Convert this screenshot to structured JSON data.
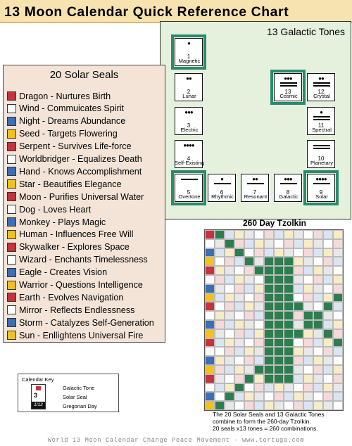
{
  "title": "13 Moon Calendar Quick Reference Chart",
  "tones_panel": {
    "title": "13 Galactic Tones",
    "tones": [
      {
        "num": "1",
        "name": "Magnetic",
        "dots": 1,
        "bars": 0
      },
      {
        "num": "2",
        "name": "Lunar",
        "dots": 2,
        "bars": 0
      },
      {
        "num": "3",
        "name": "Electric",
        "dots": 3,
        "bars": 0
      },
      {
        "num": "4",
        "name": "Self-Existing",
        "dots": 4,
        "bars": 0
      },
      {
        "num": "5",
        "name": "Overtone",
        "dots": 0,
        "bars": 1
      },
      {
        "num": "6",
        "name": "Rhythmic",
        "dots": 1,
        "bars": 1
      },
      {
        "num": "7",
        "name": "Resonant",
        "dots": 2,
        "bars": 1
      },
      {
        "num": "8",
        "name": "Galactic",
        "dots": 3,
        "bars": 1
      },
      {
        "num": "9",
        "name": "Solar",
        "dots": 4,
        "bars": 1
      },
      {
        "num": "10",
        "name": "Planetary",
        "dots": 0,
        "bars": 2
      },
      {
        "num": "11",
        "name": "Spectral",
        "dots": 1,
        "bars": 2
      },
      {
        "num": "12",
        "name": "Crystal",
        "dots": 2,
        "bars": 2
      },
      {
        "num": "13",
        "name": "Cosmic",
        "dots": 3,
        "bars": 2
      }
    ]
  },
  "seals_panel": {
    "title": "20 Solar Seals",
    "seals": [
      {
        "label": "Dragon - Nurtures Birth",
        "color": "#c8313e"
      },
      {
        "label": "Wind - Commuicates Spirit",
        "color": "#ffffff"
      },
      {
        "label": "Night - Dreams Abundance",
        "color": "#3b6fb6"
      },
      {
        "label": "Seed - Targets Flowering",
        "color": "#f2c21b"
      },
      {
        "label": "Serpent - Survives Life-force",
        "color": "#c8313e"
      },
      {
        "label": "Worldbridger - Equalizes Death",
        "color": "#ffffff"
      },
      {
        "label": "Hand - Knows Accomplishment",
        "color": "#3b6fb6"
      },
      {
        "label": "Star - Beautifies Elegance",
        "color": "#f2c21b"
      },
      {
        "label": "Moon - Purifies Universal Water",
        "color": "#c8313e"
      },
      {
        "label": "Dog - Loves Heart",
        "color": "#ffffff"
      },
      {
        "label": "Monkey - Plays Magic",
        "color": "#3b6fb6"
      },
      {
        "label": "Human - Influences Free Will",
        "color": "#f2c21b"
      },
      {
        "label": "Skywalker - Explores Space",
        "color": "#c8313e"
      },
      {
        "label": "Wizard - Enchants Timelessness",
        "color": "#ffffff"
      },
      {
        "label": "Eagle - Creates Vision",
        "color": "#3b6fb6"
      },
      {
        "label": "Warrior - Questions Intelligence",
        "color": "#f2c21b"
      },
      {
        "label": "Earth - Evolves Navigation",
        "color": "#c8313e"
      },
      {
        "label": "Mirror - Reflects Endlessness",
        "color": "#ffffff"
      },
      {
        "label": "Storm - Catalyzes Self-Generation",
        "color": "#3b6fb6"
      },
      {
        "label": "Sun - Enllightens Universal Fire",
        "color": "#f2c21b"
      }
    ]
  },
  "tzolkin": {
    "title": "260 Day Tzolkin",
    "note_line1": "The 20 Solar Seals and 13 Galactic Tones",
    "note_line2": "combine to form the 260-day Tzolkin.",
    "note_line3": "20 seals x13 tones = 260 combinations."
  },
  "calendar_key": {
    "title": "Calendar Key",
    "tone_label": "Galactic Tone",
    "seal_label": "Solar Seal",
    "day_label": "Gregorian Day",
    "sample_tone": "3",
    "sample_day": "1/12"
  },
  "footer": "World 13 Moon Calendar Change Peace Movement - www.tortuga.com"
}
